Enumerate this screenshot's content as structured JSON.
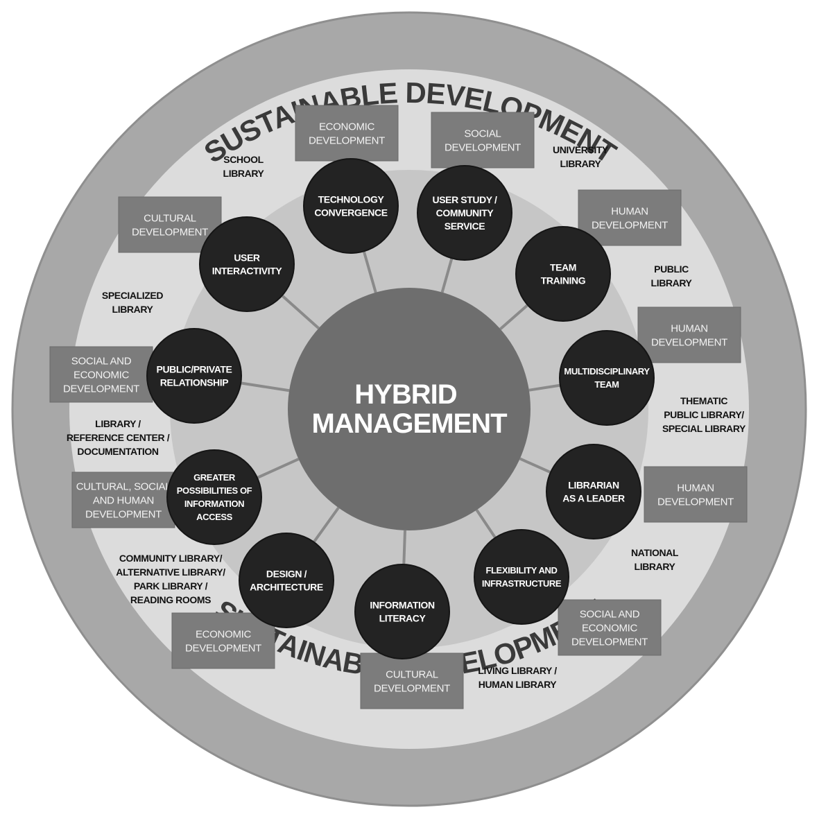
{
  "colors": {
    "outer_ring": "#a8a8a8",
    "inner_disc": "#dcdcdc",
    "mid_disc": "#c6c6c6",
    "center": "#6e6e6e",
    "node": "#232323",
    "box": "#7c7c7c"
  },
  "ring": {
    "top_text": "SUSTAINABLE DEVELOPMENT",
    "bottom_text": "SUSTAINABLE DEVELOPMENT"
  },
  "center": {
    "lines": [
      "HYBRID",
      "MANAGEMENT"
    ]
  },
  "nodes": [
    {
      "id": "technology-convergence",
      "lines": [
        "TECHNOLOGY",
        "CONVERGENCE"
      ]
    },
    {
      "id": "user-study-community-service",
      "lines": [
        "USER STUDY /",
        "COMMUNITY",
        "SERVICE"
      ]
    },
    {
      "id": "team-training",
      "lines": [
        "TEAM",
        "TRAINING"
      ]
    },
    {
      "id": "multidisciplinary-team",
      "lines": [
        "MULTIDISCIPLINARY",
        "TEAM"
      ]
    },
    {
      "id": "librarian-as-a-leader",
      "lines": [
        "LIBRARIAN",
        "AS A LEADER"
      ]
    },
    {
      "id": "flexibility-and-infrastructure",
      "lines": [
        "FLEXIBILITY AND",
        "INFRASTRUCTURE"
      ]
    },
    {
      "id": "information-literacy",
      "lines": [
        "INFORMATION",
        "LITERACY"
      ]
    },
    {
      "id": "design-architecture",
      "lines": [
        "DESIGN /",
        "ARCHITECTURE"
      ]
    },
    {
      "id": "greater-possibilities-of-information-access",
      "lines": [
        "GREATER",
        "POSSIBILITIES OF",
        "INFORMATION",
        "ACCESS"
      ]
    },
    {
      "id": "public-private-relationship",
      "lines": [
        "PUBLIC/PRIVATE",
        "RELATIONSHIP"
      ]
    },
    {
      "id": "user-interactivity",
      "lines": [
        "USER",
        "INTERACTIVITY"
      ]
    }
  ],
  "boxes": [
    {
      "id": "economic-development-top",
      "lines": [
        "ECONOMIC",
        "DEVELOPMENT"
      ]
    },
    {
      "id": "social-development",
      "lines": [
        "SOCIAL",
        "DEVELOPMENT"
      ]
    },
    {
      "id": "human-development-1",
      "lines": [
        "HUMAN",
        "DEVELOPMENT"
      ]
    },
    {
      "id": "human-development-2",
      "lines": [
        "HUMAN",
        "DEVELOPMENT"
      ]
    },
    {
      "id": "human-development-3",
      "lines": [
        "HUMAN",
        "DEVELOPMENT"
      ]
    },
    {
      "id": "social-and-economic-development-right",
      "lines": [
        "SOCIAL AND",
        "ECONOMIC",
        "DEVELOPMENT"
      ]
    },
    {
      "id": "cultural-development-bottom",
      "lines": [
        "CULTURAL",
        "DEVELOPMENT"
      ]
    },
    {
      "id": "economic-development-bottom",
      "lines": [
        "ECONOMIC",
        "DEVELOPMENT"
      ]
    },
    {
      "id": "cultural-social-and-human-development",
      "lines": [
        "CULTURAL, SOCIAL",
        "AND HUMAN",
        "DEVELOPMENT"
      ]
    },
    {
      "id": "social-and-economic-development-left",
      "lines": [
        "SOCIAL AND",
        "ECONOMIC",
        "DEVELOPMENT"
      ]
    },
    {
      "id": "cultural-development-top",
      "lines": [
        "CULTURAL",
        "DEVELOPMENT"
      ]
    }
  ],
  "libraries": [
    {
      "id": "school-library",
      "lines": [
        "SCHOOL",
        "LIBRARY"
      ]
    },
    {
      "id": "university-library",
      "lines": [
        "UNIVERSITY",
        "LIBRARY"
      ]
    },
    {
      "id": "public-library",
      "lines": [
        "PUBLIC",
        "LIBRARY"
      ]
    },
    {
      "id": "thematic-public-library",
      "lines": [
        "THEMATIC",
        "PUBLIC LIBRARY/",
        "SPECIAL LIBRARY"
      ]
    },
    {
      "id": "national-library",
      "lines": [
        "NATIONAL",
        "LIBRARY"
      ]
    },
    {
      "id": "living-library",
      "lines": [
        "LIVING LIBRARY /",
        "HUMAN LIBRARY"
      ]
    },
    {
      "id": "community-library",
      "lines": [
        "COMMUNITY LIBRARY/",
        "ALTERNATIVE LIBRARY/",
        "PARK LIBRARY /",
        "READING ROOMS"
      ]
    },
    {
      "id": "library-reference-center",
      "lines": [
        "LIBRARY /",
        "REFERENCE CENTER /",
        "DOCUMENTATION"
      ]
    },
    {
      "id": "specialized-library",
      "lines": [
        "SPECIALIZED",
        "LIBRARY"
      ]
    }
  ]
}
